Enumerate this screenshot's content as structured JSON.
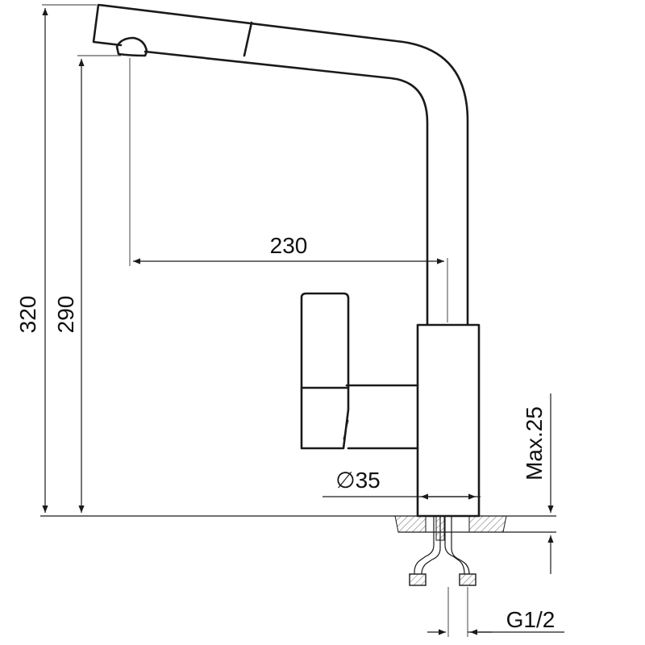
{
  "dimensions": {
    "total_height": "320",
    "spout_height": "290",
    "spout_reach": "230",
    "base_diameter": "∅35",
    "max_deck_thickness": "Max.25",
    "connection_thread": "G1/2"
  },
  "colors": {
    "line": "#1a1a1a",
    "background": "#ffffff"
  }
}
